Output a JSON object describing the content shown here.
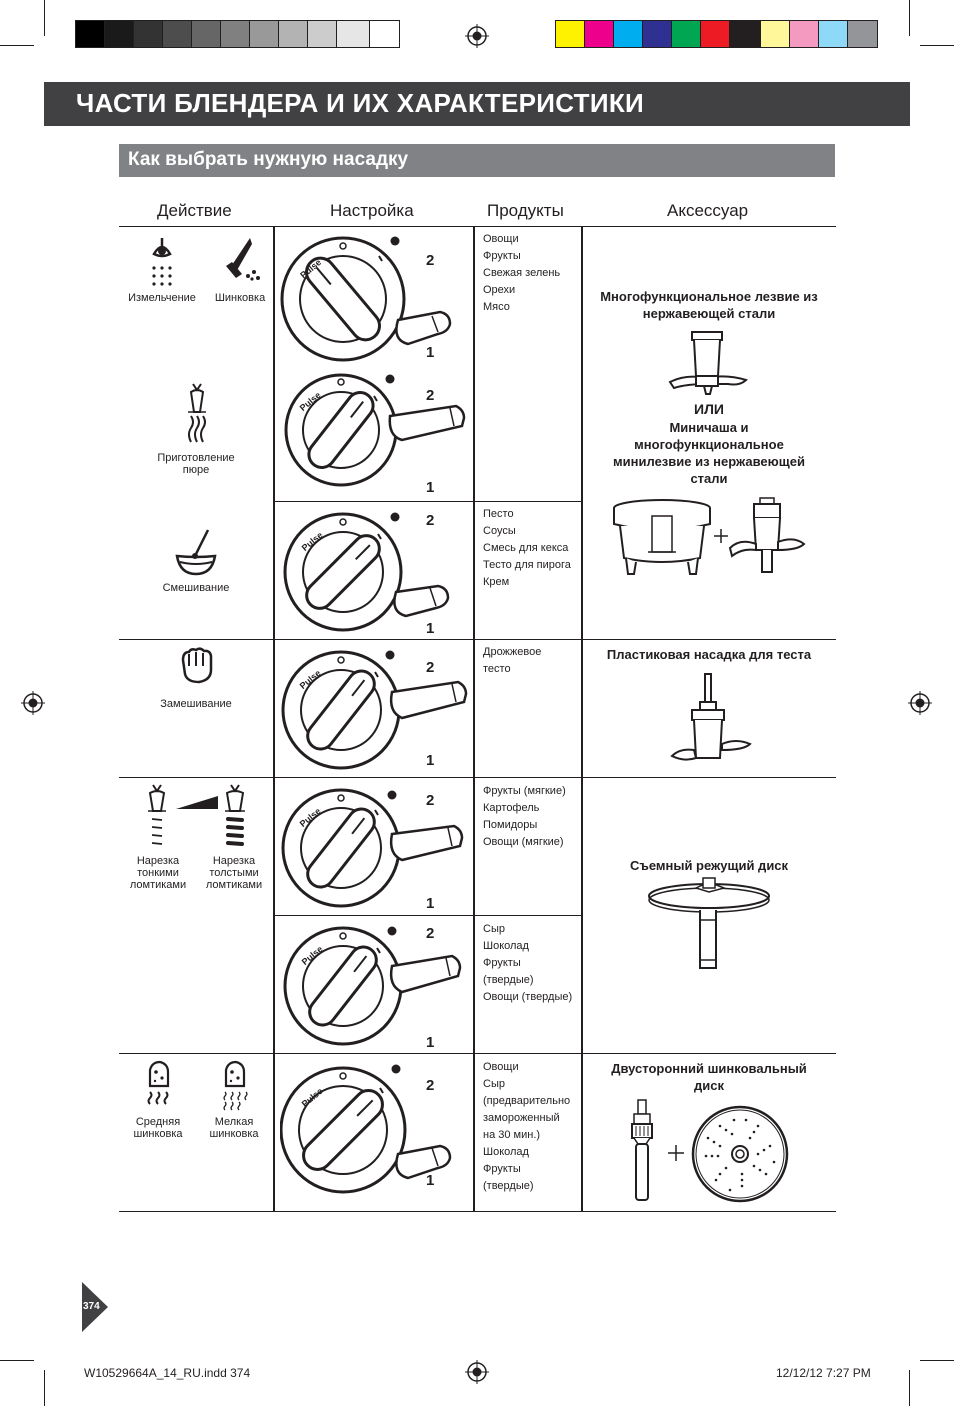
{
  "title": "ЧАСТИ БЛЕНДЕРА И ИХ ХАРАКТЕРИСТИКИ",
  "subtitle": "Как выбрать нужную насадку",
  "columns": {
    "action": "Действие",
    "setting": "Настройка",
    "products": "Продукты",
    "accessory": "Аксессуар"
  },
  "icons": {
    "chop": "Измельчение",
    "mince": "Шинковка",
    "puree": "Приготовление пюре",
    "mix": "Смешивание",
    "knead": "Замешивание",
    "thin": "Нарезка тонкими ломтиками",
    "thick": "Нарезка толстыми ломтиками",
    "medium_shred": "Средняя шинковка",
    "fine_shred": "Мелкая шинковка"
  },
  "dial": {
    "pulse": "Pulse",
    "speed_high": "2",
    "speed_low": "1"
  },
  "products": {
    "row1": [
      "Овощи",
      "Фрукты",
      "Свежая зелень",
      "Орехи",
      "Мясо"
    ],
    "row2": [
      "Песто",
      "Соусы",
      "Смесь для кекса",
      "Тесто для пирога",
      "Крем"
    ],
    "row3": [
      "Дрожжевое",
      "тесто"
    ],
    "row4": [
      "Фрукты (мягкие)",
      "Картофель",
      "Помидоры",
      "Овощи (мягкие)"
    ],
    "row5": [
      "Сыр",
      "Шоколад",
      "Фрукты",
      "(твердые)",
      "Овощи (твердые)"
    ],
    "row6": [
      "Овощи",
      "Сыр",
      "(предварительно",
      "замороженный",
      "на 30 мин.)",
      "Шоколад",
      "Фрукты",
      "(твердые)"
    ]
  },
  "accessories": {
    "blade_title": "Многофункциональное лезвие из нержавеющей стали",
    "or": "ИЛИ",
    "mini_title": "Миничаша и многофункциональное минилезвие из нержавеющей стали",
    "dough_title": "Пластиковая насадка для теста",
    "slicing_title": "Съемный режущий диск",
    "shred_title": "Двусторонний шинковальный диск"
  },
  "page_number": "374",
  "footer": {
    "file": "W10529664A_14_RU.indd   374",
    "timestamp": "12/12/12   7:27 PM"
  },
  "colors": {
    "title_bar": "#414042",
    "subtitle_bar": "#808285",
    "ink": "#231f20"
  }
}
